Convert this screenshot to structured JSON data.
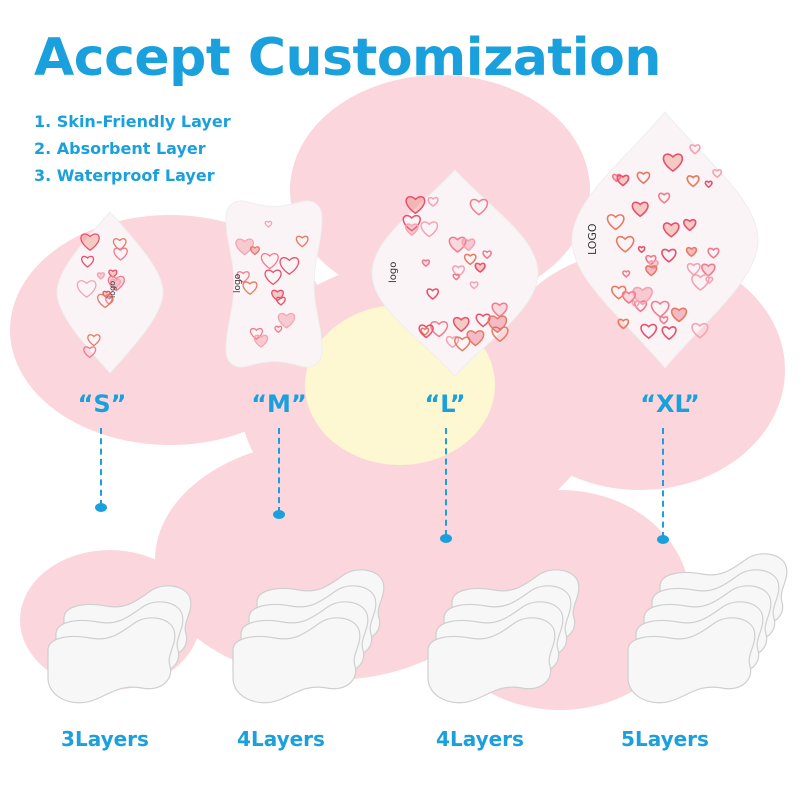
{
  "title": "Accept Customization",
  "features": [
    "1. Skin-Friendly Layer",
    "2. Absorbent Layer",
    "3. Waterproof Layer"
  ],
  "colors": {
    "accent": "#1aa0dc",
    "flower": "#fbd6dc",
    "center": "#fdf7d2"
  },
  "products": [
    {
      "size": "“S”",
      "logo": "logo",
      "layers_label": "3Layers",
      "layers": 3
    },
    {
      "size": "“M”",
      "logo": "logo",
      "layers_label": "4Layers",
      "layers": 4
    },
    {
      "size": "“L”",
      "logo": "logo",
      "layers_label": "4Layers",
      "layers": 4
    },
    {
      "size": "“XL”",
      "logo": "LOGO",
      "layers_label": "5Layers",
      "layers": 5
    }
  ]
}
